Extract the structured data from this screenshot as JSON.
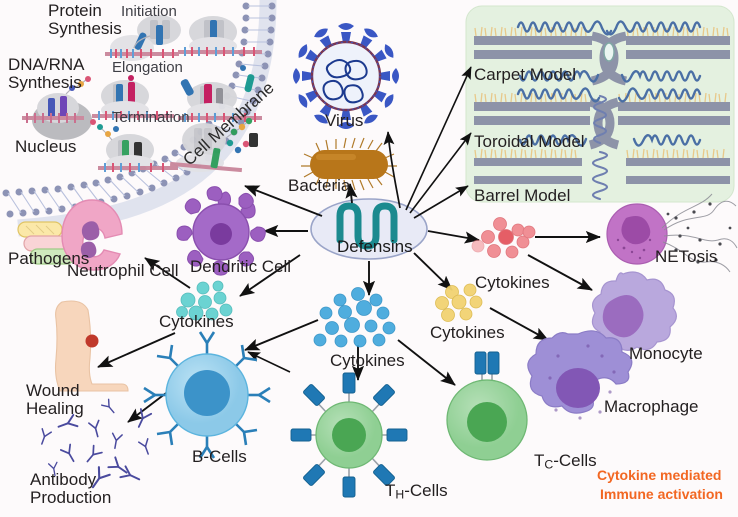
{
  "figure": {
    "title": "Defensins antimicrobial mechanism and cytokine-mediated immune activation",
    "background_color": "#fdfafb",
    "panel_color": "#e4f1e0"
  },
  "center": {
    "node_label": "Defensins",
    "node_fill": "#e8eaf6",
    "node_stroke": "#9aa4c8",
    "peptide_color": "#1b8a8f"
  },
  "intracellular": {
    "protein_synthesis": "Protein\nSynthesis",
    "dna_rna_synthesis": "DNA/RNA\nSynthesis",
    "nucleus": "Nucleus",
    "initiation": "Initiation",
    "elongation": "Elongation",
    "termination": "Termination",
    "cell_membrane": "Cell Membrane"
  },
  "targets": {
    "virus": "Virus",
    "bacteria": "Bacteria"
  },
  "membrane_models": {
    "carpet": "Carpet Model",
    "toroidal": "Toroidal Model",
    "barrel": "Barrel Model"
  },
  "immune_cells": {
    "pathogens": "Pathogens",
    "neutrophil": "Neutrophil Cell",
    "dendritic": "Dendritic Cell",
    "netosis": "NETosis",
    "monocyte": "Monocyte",
    "macrophage": "Macrophage",
    "b_cells": "B-Cells",
    "th_cells_pre": "T",
    "th_cells_sub": "H",
    "th_cells_post": "-Cells",
    "tc_cells_pre": "T",
    "tc_cells_sub": "C",
    "tc_cells_post": "-Cells",
    "wound_healing": "Wound\nHealing",
    "antibody_production": "Antibody\nProduction"
  },
  "cytokines": {
    "label": "Cytokines",
    "clusters": [
      {
        "name": "teal-cytokines",
        "color": "#4fc3c7"
      },
      {
        "name": "blue-cytokines",
        "color": "#2a9fd6"
      },
      {
        "name": "yellow-cytokines",
        "color": "#e8c34a"
      },
      {
        "name": "red-cytokines",
        "color": "#e05c63"
      }
    ]
  },
  "callout": {
    "line1": "Cytokine mediated",
    "line2": "Immune activation",
    "color": "#f26722"
  }
}
